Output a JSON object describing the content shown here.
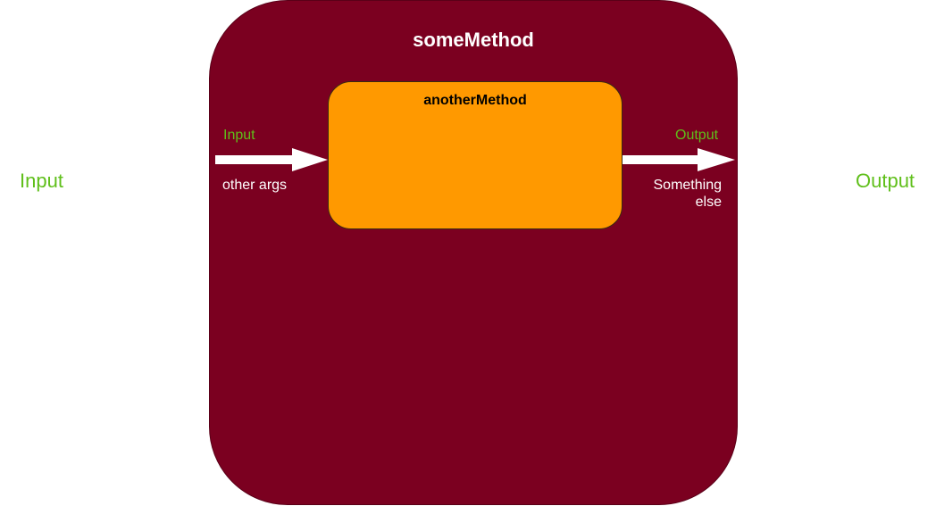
{
  "diagram": {
    "outer_title": "someMethod",
    "inner_title": "anotherMethod",
    "outer_input_label": "Input",
    "outer_output_label": "Output",
    "inner_input_label": "Input",
    "inner_input_sublabel": "other args",
    "inner_output_label": "Output",
    "inner_output_sublabel_line1": "Something",
    "inner_output_sublabel_line2": "else"
  },
  "colors": {
    "outer_box": "#7b0020",
    "inner_box": "#ff9900",
    "green_text": "#5fbf1a",
    "arrow": "#ffffff"
  },
  "icons": {
    "input_arrow": "right-arrow-icon",
    "output_arrow": "right-arrow-icon"
  }
}
